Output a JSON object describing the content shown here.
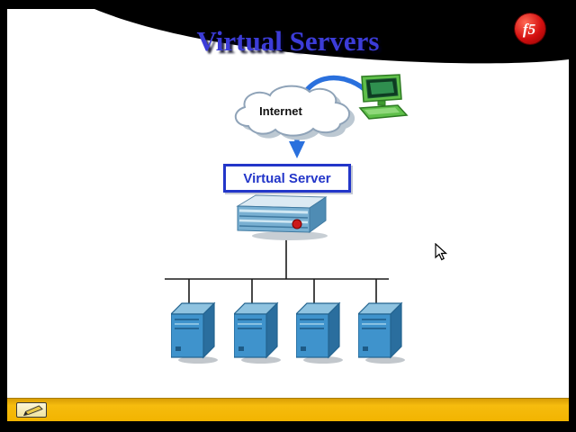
{
  "slide": {
    "title": "Virtual Servers",
    "title_color": "#3c3cd8",
    "background": "#ffffff"
  },
  "logo": {
    "text": "f5",
    "color": "#d40f0f"
  },
  "diagram": {
    "internet_label": "Internet",
    "virtual_server_label": "Virtual Server",
    "server_count": 4,
    "connections": "internet-cloud -> virtual-server -> bigip-appliance -> 4 pool servers",
    "arrow_color": "#2a70dd",
    "server_color": "#3f93cc",
    "line_color": "#1a1a1a"
  },
  "footer": {
    "bar_color": "#f2b400"
  },
  "frame": {
    "color": "#000000"
  }
}
